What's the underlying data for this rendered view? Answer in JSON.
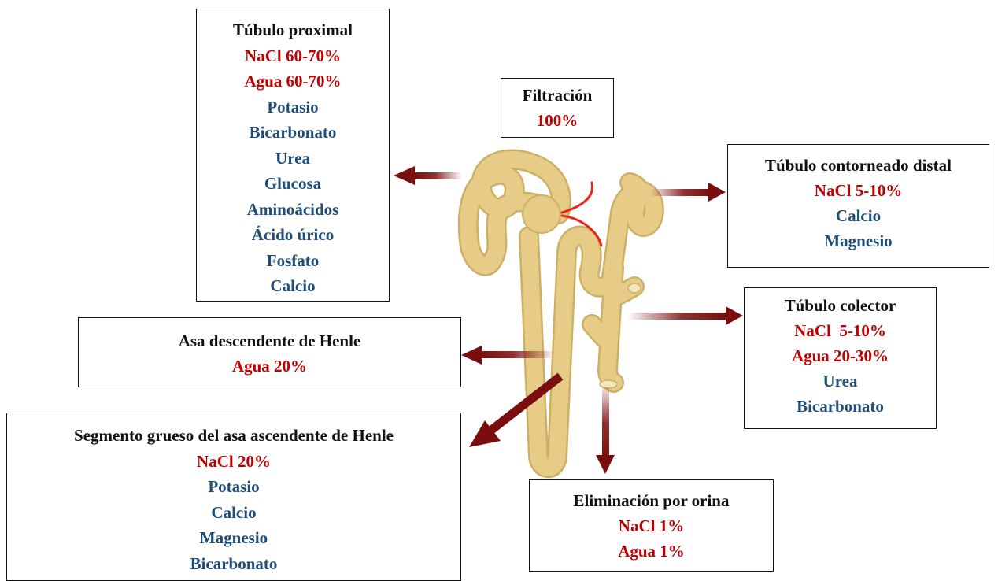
{
  "colors": {
    "title_text": "#111111",
    "red_text": "#c00000",
    "blue_text": "#1f4e79",
    "arrow": "#7a0e0e",
    "tubule_fill": "#e6cc86",
    "tubule_stroke": "#cdb065",
    "capillary": "#e8231a"
  },
  "boxes": {
    "proximal": {
      "title": "Túbulo proximal",
      "items": [
        {
          "text": "NaCl 60-70%",
          "color": "red"
        },
        {
          "text": "Agua 60-70%",
          "color": "red"
        },
        {
          "text": "Potasio",
          "color": "blue"
        },
        {
          "text": "Bicarbonato",
          "color": "blue"
        },
        {
          "text": "Urea",
          "color": "blue"
        },
        {
          "text": "Glucosa",
          "color": "blue"
        },
        {
          "text": "Aminoácidos",
          "color": "blue"
        },
        {
          "text": "Ácido úrico",
          "color": "blue"
        },
        {
          "text": "Fosfato",
          "color": "blue"
        },
        {
          "text": "Calcio",
          "color": "blue"
        }
      ]
    },
    "filtracion": {
      "title": "Filtración",
      "items": [
        {
          "text": "100%",
          "color": "red"
        }
      ]
    },
    "distal": {
      "title": "Túbulo contorneado distal",
      "items": [
        {
          "text": "NaCl 5-10%",
          "color": "red"
        },
        {
          "text": "Calcio",
          "color": "blue"
        },
        {
          "text": "Magnesio",
          "color": "blue"
        }
      ]
    },
    "colector": {
      "title": "Túbulo colector",
      "items": [
        {
          "text": "NaCl  5-10%",
          "color": "red"
        },
        {
          "text": "Agua 20-30%",
          "color": "red"
        },
        {
          "text": "Urea",
          "color": "blue"
        },
        {
          "text": "Bicarbonato",
          "color": "blue"
        }
      ]
    },
    "descendente": {
      "title": "Asa descendente de Henle",
      "items": [
        {
          "text": "Agua 20%",
          "color": "red"
        }
      ]
    },
    "segmento": {
      "title": "Segmento grueso del asa ascendente de Henle",
      "items": [
        {
          "text": "NaCl 20%",
          "color": "red"
        },
        {
          "text": "Potasio",
          "color": "blue"
        },
        {
          "text": "Calcio",
          "color": "blue"
        },
        {
          "text": "Magnesio",
          "color": "blue"
        },
        {
          "text": "Bicarbonato",
          "color": "blue"
        }
      ]
    },
    "orina": {
      "title": "Eliminación por orina",
      "items": [
        {
          "text": "NaCl 1%",
          "color": "red"
        },
        {
          "text": "Agua 1%",
          "color": "red"
        }
      ]
    }
  }
}
